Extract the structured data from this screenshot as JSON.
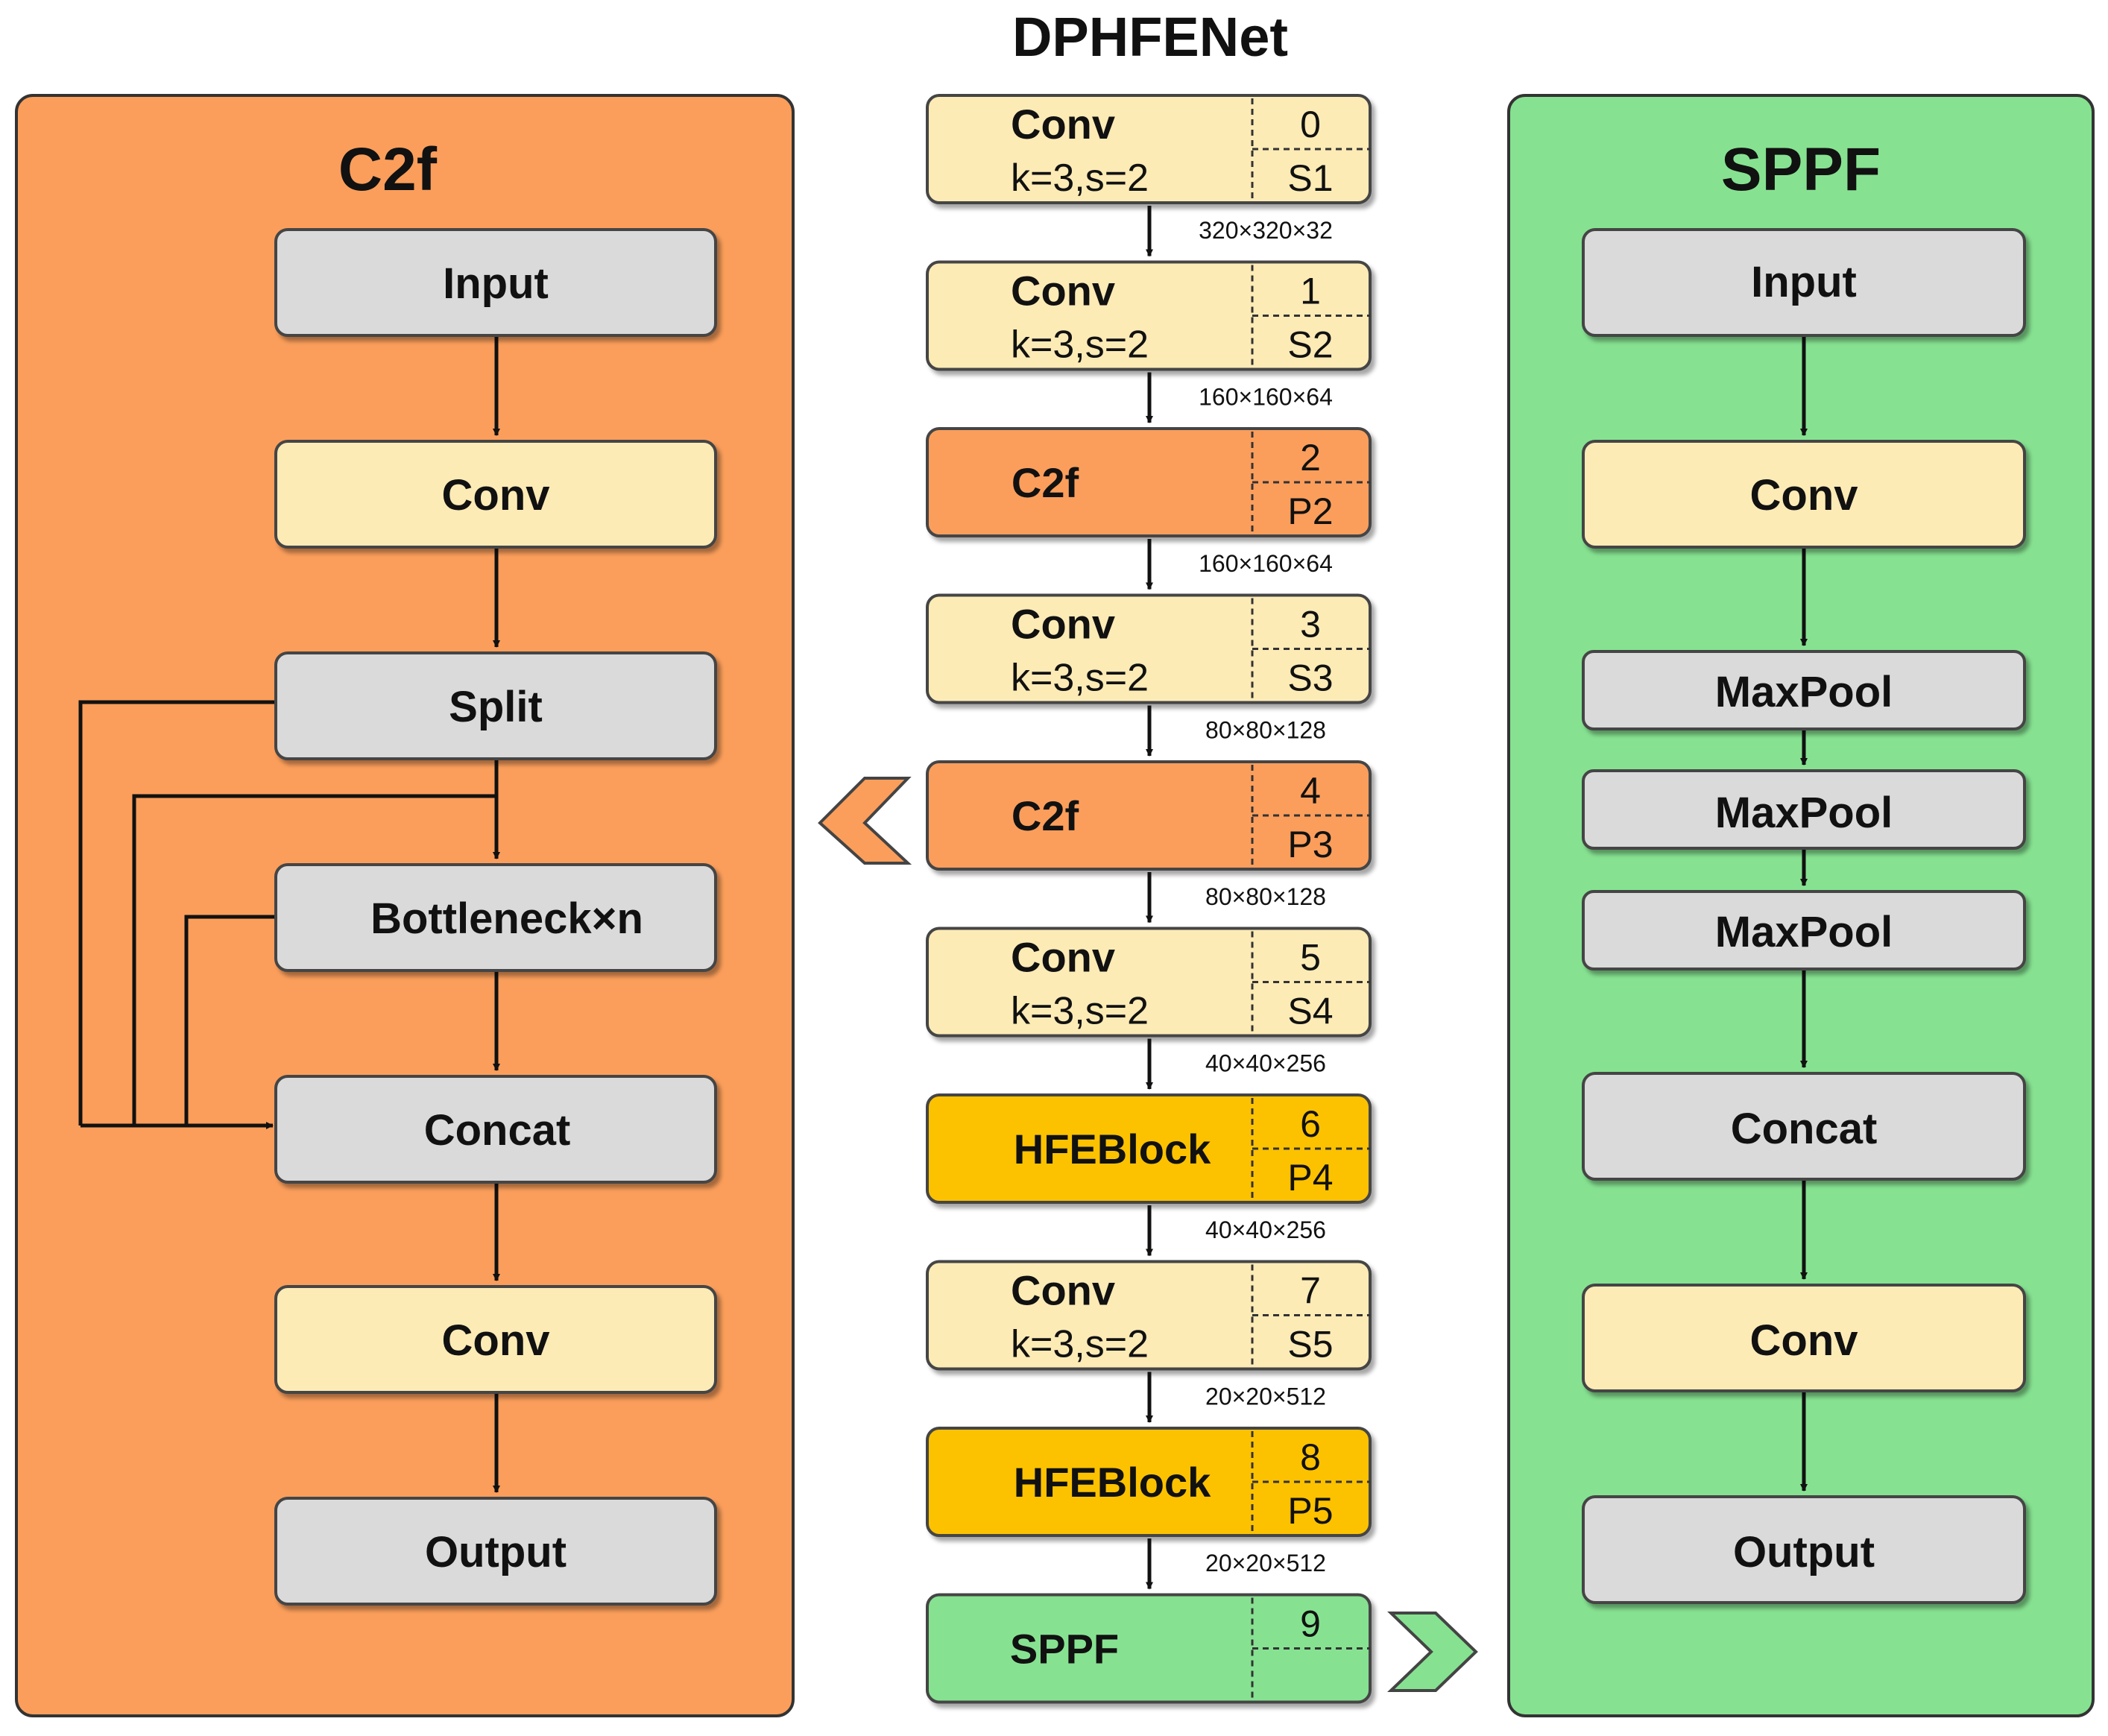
{
  "title": "DPHFENet",
  "colors": {
    "c2f_panel": "#FB9E5B",
    "sppf_panel": "#86E291",
    "conv_fill": "#FDEBB6",
    "gray_fill": "#DADADA",
    "c2f_fill": "#FB9E5B",
    "hfe_fill": "#FCC203",
    "sppf_fill": "#86E291",
    "stroke": "#333333"
  },
  "c2f_panel": {
    "title": "C2f",
    "blocks": [
      {
        "id": "input",
        "label": "Input",
        "color": "gray"
      },
      {
        "id": "conv-1",
        "label": "Conv",
        "color": "conv"
      },
      {
        "id": "split",
        "label": "Split",
        "color": "gray"
      },
      {
        "id": "bottleneck",
        "label": "Bottleneck×n",
        "color": "gray"
      },
      {
        "id": "concat",
        "label": "Concat",
        "color": "gray"
      },
      {
        "id": "conv-2",
        "label": "Conv",
        "color": "conv"
      },
      {
        "id": "output",
        "label": "Output",
        "color": "gray"
      }
    ]
  },
  "sppf_panel": {
    "title": "SPPF",
    "blocks": [
      {
        "id": "input",
        "label": "Input",
        "color": "gray"
      },
      {
        "id": "conv-1",
        "label": "Conv",
        "color": "conv"
      },
      {
        "id": "maxpool-1",
        "label": "MaxPool",
        "color": "gray"
      },
      {
        "id": "maxpool-2",
        "label": "MaxPool",
        "color": "gray"
      },
      {
        "id": "maxpool-3",
        "label": "MaxPool",
        "color": "gray"
      },
      {
        "id": "concat",
        "label": "Concat",
        "color": "gray"
      },
      {
        "id": "conv-2",
        "label": "Conv",
        "color": "conv"
      },
      {
        "id": "output",
        "label": "Output",
        "color": "gray"
      }
    ]
  },
  "backbone": [
    {
      "name": "Conv",
      "param": "k=3,s=2",
      "index": "0",
      "stage": "S1",
      "color": "conv"
    },
    {
      "name": "Conv",
      "param": "k=3,s=2",
      "index": "1",
      "stage": "S2",
      "color": "conv"
    },
    {
      "name": "C2f",
      "param": "",
      "index": "2",
      "stage": "P2",
      "color": "c2f"
    },
    {
      "name": "Conv",
      "param": "k=3,s=2",
      "index": "3",
      "stage": "S3",
      "color": "conv"
    },
    {
      "name": "C2f",
      "param": "",
      "index": "4",
      "stage": "P3",
      "color": "c2f"
    },
    {
      "name": "Conv",
      "param": "k=3,s=2",
      "index": "5",
      "stage": "S4",
      "color": "conv"
    },
    {
      "name": "HFEBlock",
      "param": "",
      "index": "6",
      "stage": "P4",
      "color": "hfe"
    },
    {
      "name": "Conv",
      "param": "k=3,s=2",
      "index": "7",
      "stage": "S5",
      "color": "conv"
    },
    {
      "name": "HFEBlock",
      "param": "",
      "index": "8",
      "stage": "P5",
      "color": "hfe"
    },
    {
      "name": "SPPF",
      "param": "",
      "index": "9",
      "stage": "",
      "color": "sppf"
    }
  ],
  "shapes": [
    "320×320×32",
    "160×160×64",
    "160×160×64",
    "80×80×128",
    "80×80×128",
    "40×40×256",
    "40×40×256",
    "20×20×512",
    "20×20×512"
  ]
}
